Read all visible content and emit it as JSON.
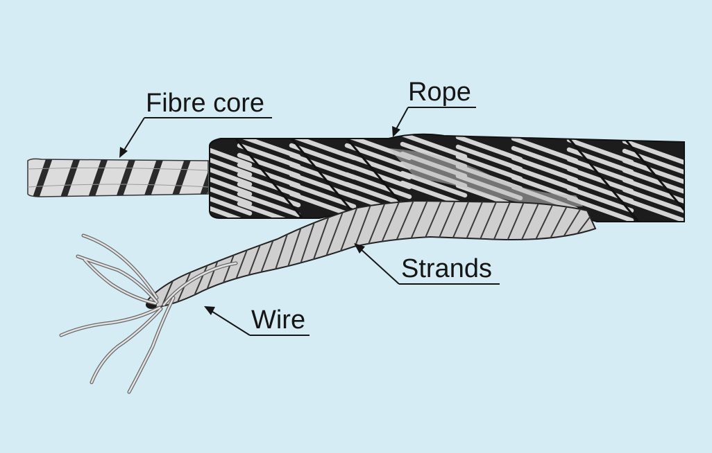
{
  "labels": {
    "fibre_core": "Fibre core",
    "rope": "Rope",
    "strands": "Strands",
    "wire": "Wire"
  },
  "colors": {
    "background": "#d5ecf5",
    "ink": "#151515",
    "wire_light": "#d4d4d4",
    "fibre_light": "#dcdcdc"
  }
}
